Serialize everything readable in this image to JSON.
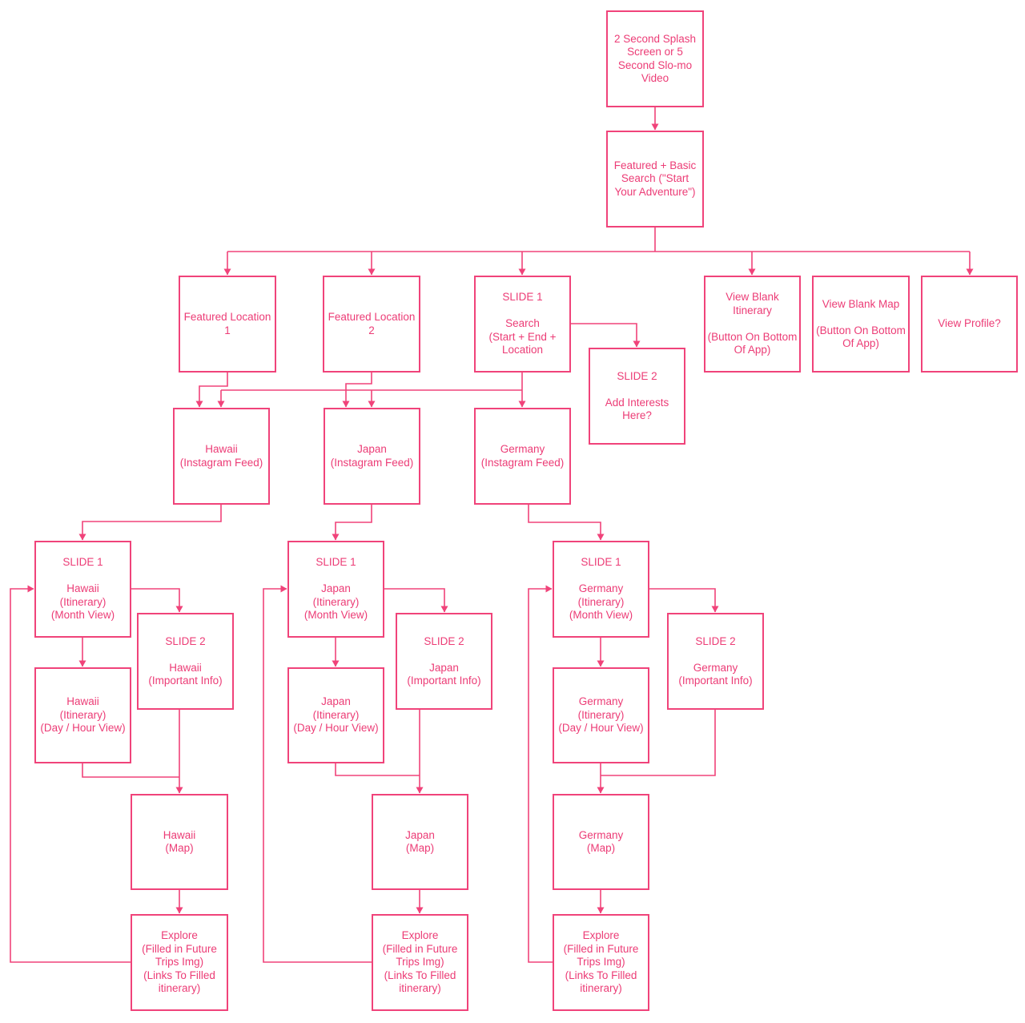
{
  "diagram": {
    "accent_color": "#f0437a",
    "text_color": "#ec3c76",
    "nodes": {
      "splash": "2 Second Splash\nScreen or 5\nSecond Slo-mo\nVideo",
      "featured_search": "Featured + Basic\nSearch (\"Start\nYour Adventure\")",
      "featured_location_1": "Featured Location\n1",
      "featured_location_2": "Featured Location\n2",
      "search_slide1": "SLIDE 1\n\nSearch\n(Start + End +\nLocation",
      "search_slide2": "SLIDE 2\n\nAdd Interests\nHere?",
      "view_blank_itinerary": "View Blank\nItinerary\n\n(Button On Bottom\nOf App)",
      "view_blank_map": "View Blank Map\n\n(Button On Bottom\nOf App)",
      "view_profile": "View Profile?",
      "hawaii_feed": "Hawaii\n(Instagram Feed)",
      "japan_feed": "Japan\n(Instagram Feed)",
      "germany_feed": "Germany\n(Instagram Feed)",
      "hawaii_itinerary_month": "SLIDE 1\n\nHawaii\n(Itinerary)\n(Month View)",
      "hawaii_important_info": "SLIDE 2\n\nHawaii\n(Important Info)",
      "hawaii_itinerary_day": "Hawaii\n(Itinerary)\n(Day / Hour View)",
      "hawaii_map": "Hawaii\n(Map)",
      "hawaii_explore": "Explore\n(Filled in Future\nTrips Img)\n(Links  To Filled\nitinerary)",
      "japan_itinerary_month": "SLIDE 1\n\nJapan\n(Itinerary)\n(Month View)",
      "japan_important_info": "SLIDE 2\n\nJapan\n(Important Info)",
      "japan_itinerary_day": "Japan\n(Itinerary)\n(Day / Hour View)",
      "japan_map": "Japan\n(Map)",
      "japan_explore": "Explore\n(Filled in Future\nTrips Img)\n(Links  To Filled\nitinerary)",
      "germany_itinerary_month": "SLIDE 1\n\nGermany\n(Itinerary)\n(Month View)",
      "germany_important_info": "SLIDE 2\n\nGermany\n(Important Info)",
      "germany_itinerary_day": "Germany\n(Itinerary)\n(Day / Hour View)",
      "germany_map": "Germany\n(Map)",
      "germany_explore": "Explore\n(Filled in Future\nTrips Img)\n(Links  To Filled\nitinerary)"
    }
  }
}
